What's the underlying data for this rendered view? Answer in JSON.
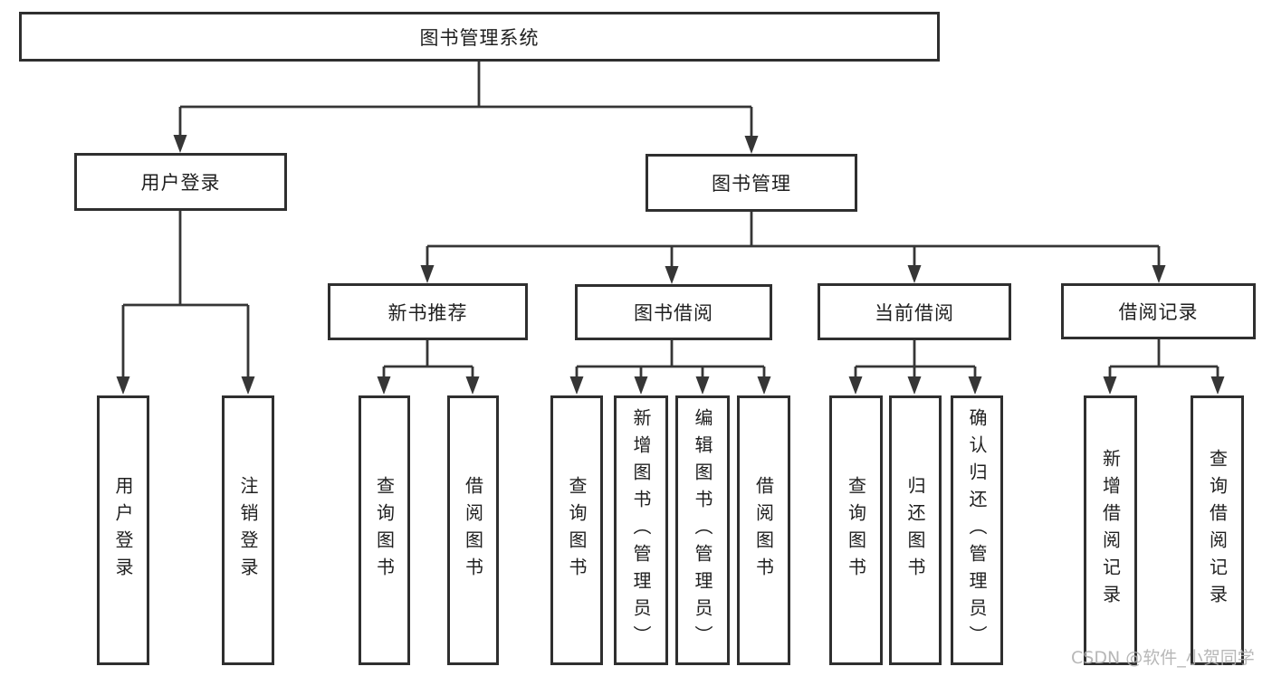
{
  "diagram": {
    "root": {
      "label": "图书管理系统"
    },
    "branches": [
      {
        "label": "用户登录",
        "children": [
          {
            "label": "用户登录"
          },
          {
            "label": "注销登录"
          }
        ]
      },
      {
        "label": "图书管理",
        "children": [
          {
            "label": "新书推荐",
            "children": [
              {
                "label": "查询图书"
              },
              {
                "label": "借阅图书"
              }
            ]
          },
          {
            "label": "图书借阅",
            "children": [
              {
                "label": "查询图书"
              },
              {
                "label": "新增图书（管理员）"
              },
              {
                "label": "编辑图书（管理员）"
              },
              {
                "label": "借阅图书"
              }
            ]
          },
          {
            "label": "当前借阅",
            "children": [
              {
                "label": "查询图书"
              },
              {
                "label": "归还图书"
              },
              {
                "label": "确认归还（管理员）"
              }
            ]
          },
          {
            "label": "借阅记录",
            "children": [
              {
                "label": "新增借阅记录"
              },
              {
                "label": "查询借阅记录"
              }
            ]
          }
        ]
      }
    ]
  },
  "watermark": {
    "text": "CSDN @软件_小贺同学"
  },
  "colors": {
    "line": "#363636",
    "box_border": "#2f2f2f",
    "text": "#1f1f1f",
    "watermark": "#b0b0b0",
    "background": "#ffffff"
  }
}
